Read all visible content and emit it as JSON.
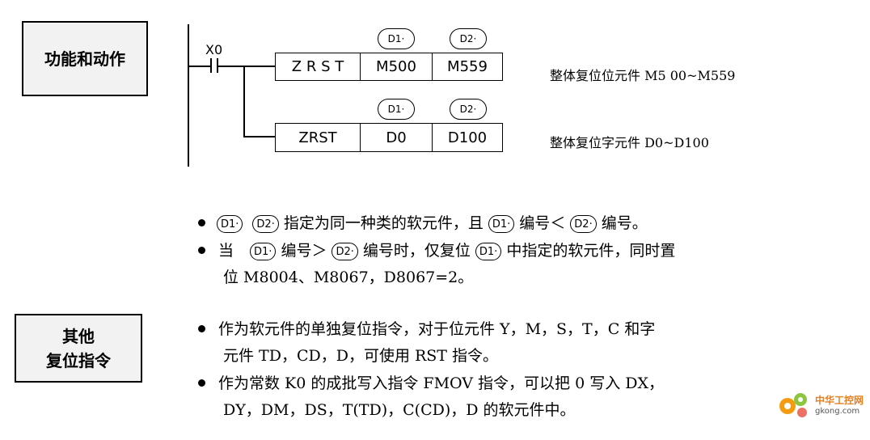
{
  "section1": {
    "title": "功能和动作"
  },
  "ladder": {
    "contact": "X0",
    "rung1": {
      "instr": "Z R S T",
      "op1": "M500",
      "op2": "M559",
      "tag1": "D1·",
      "tag2": "D2·",
      "note": "整体复位位元件 M5 00~M559"
    },
    "rung2": {
      "instr": "ZRST",
      "op1": "D0",
      "op2": "D100",
      "tag1": "D1·",
      "tag2": "D2·",
      "note": "整体复位字元件 D0~D100"
    }
  },
  "bullets1": [
    {
      "text_a": "指定为同一种类的软元件，且",
      "text_b": "编号＜",
      "text_c": "编号。"
    },
    {
      "lead": "当",
      "text_a": "编号＞",
      "text_b": "编号时，仅复位",
      "text_c": "中指定的软元件，同时置",
      "line2": "位 M8004、M8067，D8067=2。"
    }
  ],
  "symbols": {
    "d1": "D1·",
    "d2": "D2·"
  },
  "section2": {
    "title_line1": "其他",
    "title_line2": "复位指令"
  },
  "bullets2": [
    {
      "line1": "作为软元件的单独复位指令，对于位元件 Y，M，S，T，C 和字",
      "line2": "元件 TD，CD，D，可使用 RST 指令。"
    },
    {
      "line1": "作为常数 K0 的成批写入指令 FMOV 指令，可以把 0 写入 DX，",
      "line2": "DY，DM，DS，T(TD)，C(CD)，D 的软元件中。"
    }
  ],
  "watermark": {
    "brand": "中华工控网",
    "domain": "gkong.com",
    "colors": [
      "#f39c12",
      "#8cc63f",
      "#e74c3c"
    ]
  }
}
